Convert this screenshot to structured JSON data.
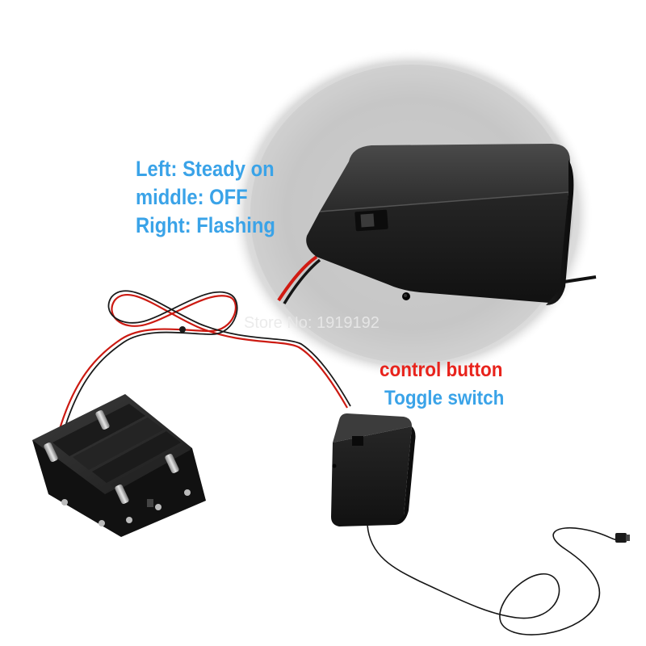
{
  "zoom_callout": {
    "lines": [
      "Left: Steady on",
      "middle: OFF",
      "Right: Flashing"
    ],
    "text_color": "#3aa3e8"
  },
  "product_labels": {
    "control_button": "control button",
    "toggle_switch": "Toggle switch",
    "control_color": "#e8231c",
    "toggle_color": "#3aa3e8"
  },
  "watermark": {
    "text": "Store No: 1919192",
    "color": "#e9e9e9"
  }
}
